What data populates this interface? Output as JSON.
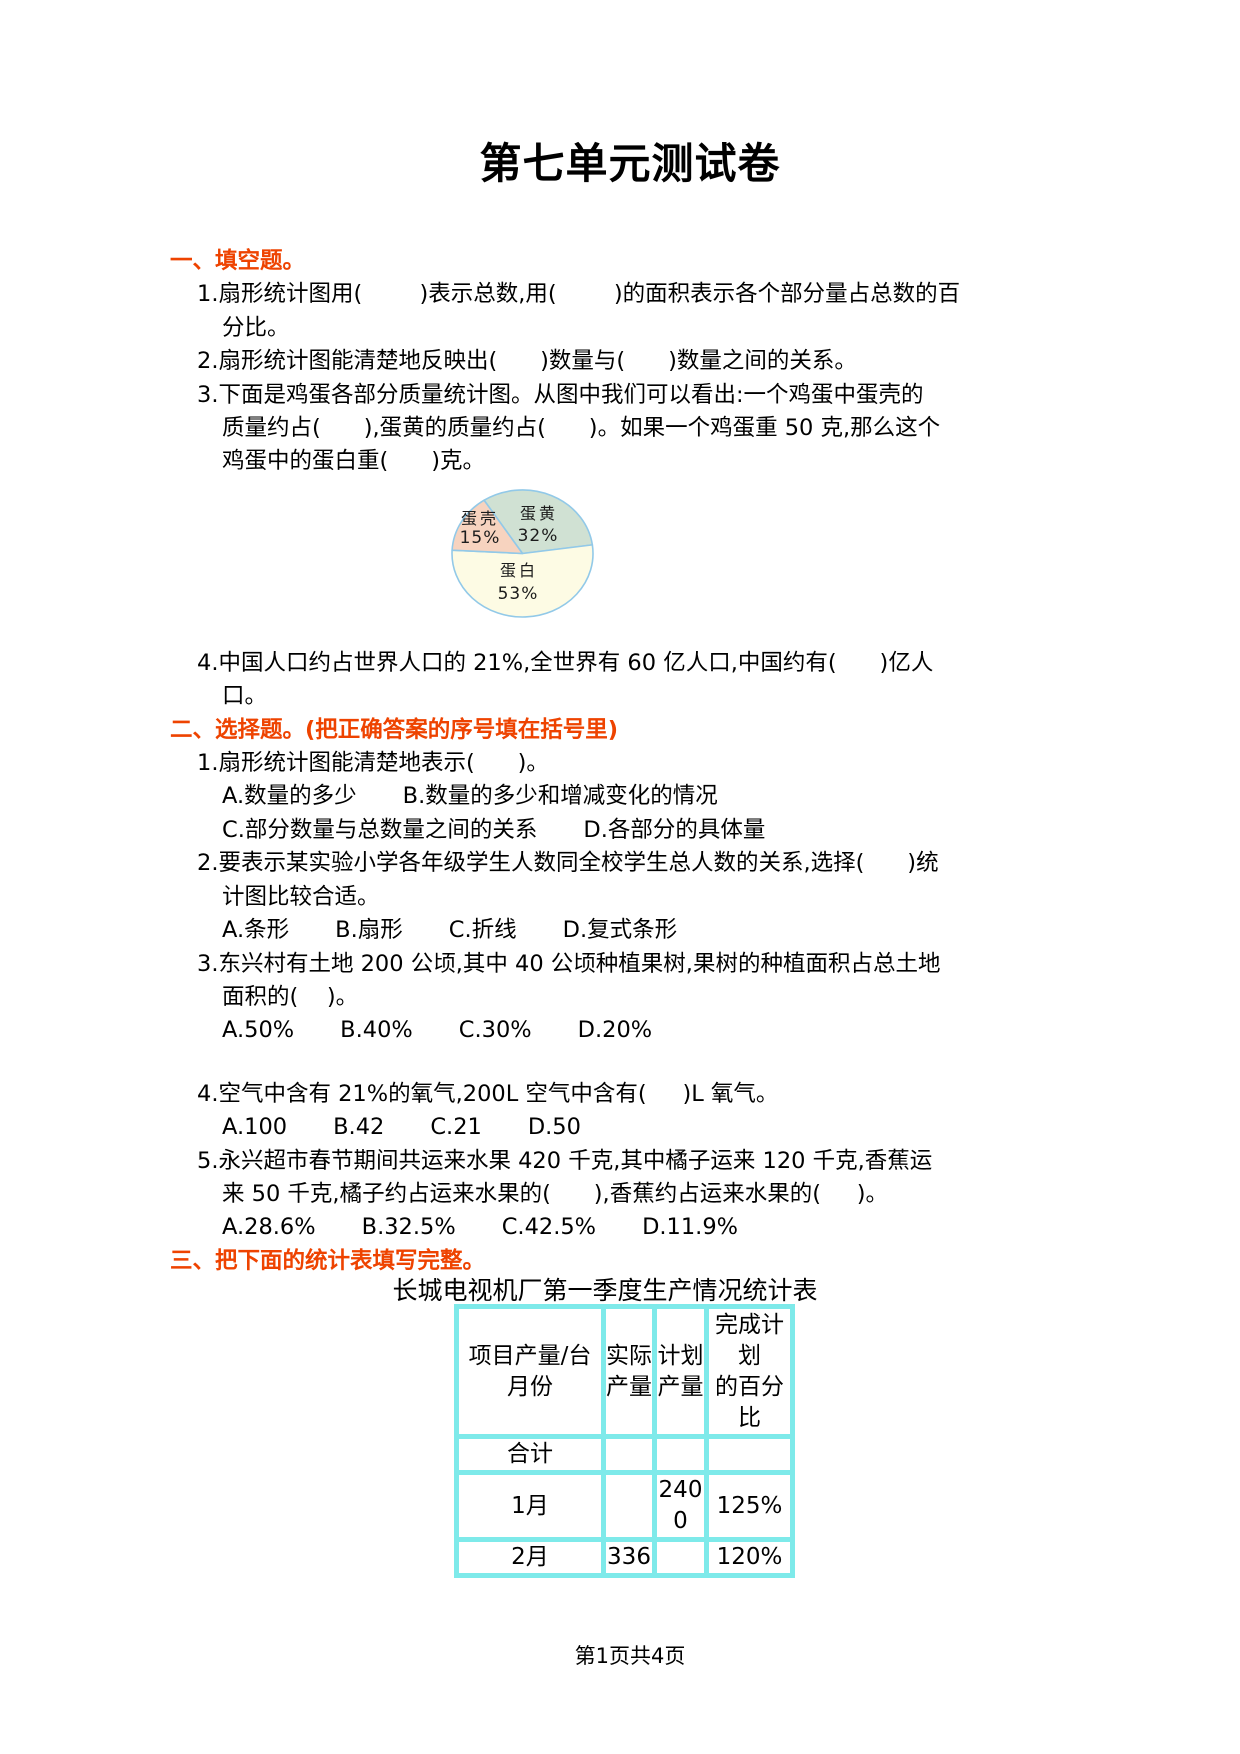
{
  "title": "第七单元测试卷",
  "colors": {
    "accent": "#ee4300",
    "table_border": "#7eeaea",
    "pie_stroke": "#92c9e8"
  },
  "section_fill": {
    "heading": "一、填空题。",
    "q1_line1": "1.扇形统计图用(        )表示总数,用(        )的面积表示各个部分量占总数的百",
    "q1_line2": "分比。",
    "q2": "2.扇形统计图能清楚地反映出(      )数量与(      )数量之间的关系。",
    "q3_line1": "3.下面是鸡蛋各部分质量统计图。从图中我们可以看出:一个鸡蛋中蛋壳的",
    "q3_line2": "质量约占(      ),蛋黄的质量约占(      )。如果一个鸡蛋重 50 克,那么这个",
    "q3_line3": "鸡蛋中的蛋白重(      )克。",
    "q4_line1": "4.中国人口约占世界人口的 21%,全世界有 60 亿人口,中国约有(      )亿人",
    "q4_line2": "口。"
  },
  "chart_data": {
    "type": "pie",
    "description": "鸡蛋各部分质量统计图",
    "start_angle_deg": -33,
    "stroke_color": "#92c9e8",
    "slices": [
      {
        "label": "蛋黄",
        "pct_label": "32%",
        "value": 32,
        "color": "#d0e1d3"
      },
      {
        "label": "蛋白",
        "pct_label": "53%",
        "value": 53,
        "color": "#fdfbe4"
      },
      {
        "label": "蛋壳",
        "pct_label": "15%",
        "value": 15,
        "color": "#f7d3bf"
      }
    ]
  },
  "section_choice": {
    "heading": "二、选择题。(把正确答案的序号填在括号里)",
    "q1": "1.扇形统计图能清楚地表示(      )。",
    "q1_optionsAB": [
      "A.数量的多少",
      "B.数量的多少和增减变化的情况"
    ],
    "q1_optionsCD": [
      "C.部分数量与总数量之间的关系",
      "D.各部分的具体量"
    ],
    "q2_line1": "2.要表示某实验小学各年级学生人数同全校学生总人数的关系,选择(      )统",
    "q2_line2": "计图比较合适。",
    "q2_options": [
      "A.条形",
      "B.扇形",
      "C.折线",
      "D.复式条形"
    ],
    "q3_line1": "3.东兴村有土地 200 公顷,其中 40 公顷种植果树,果树的种植面积占总土地",
    "q3_line2": "面积的(    )。",
    "q3_options": [
      "A.50%",
      "B.40%",
      "C.30%",
      "D.20%"
    ],
    "q4": "4.空气中含有 21%的氧气,200L 空气中含有(     )L 氧气。",
    "q4_options": [
      "A.100",
      "B.42",
      "C.21",
      "D.50"
    ],
    "q5_line1": "5.永兴超市春节期间共运来水果 420 千克,其中橘子运来 120 千克,香蕉运",
    "q5_line2": "来 50 千克,橘子约占运来水果的(      ),香蕉约占运来水果的(     )。",
    "q5_options": [
      "A.28.6%",
      "B.32.5%",
      "C.42.5%",
      "D.11.9%"
    ]
  },
  "section_table": {
    "heading": "三、把下面的统计表填写完整。",
    "table_title": "长城电视机厂第一季度生产情况统计表",
    "header": [
      "项目产量/台\n月份",
      "实际产量",
      "计划产量",
      "完成计划\n的百分比"
    ],
    "rows": [
      [
        "合计",
        "",
        "",
        ""
      ],
      [
        "1月",
        "",
        "2400",
        "125%"
      ],
      [
        "2月",
        "336",
        "",
        "120%"
      ]
    ]
  },
  "footer": "第1页共4页"
}
